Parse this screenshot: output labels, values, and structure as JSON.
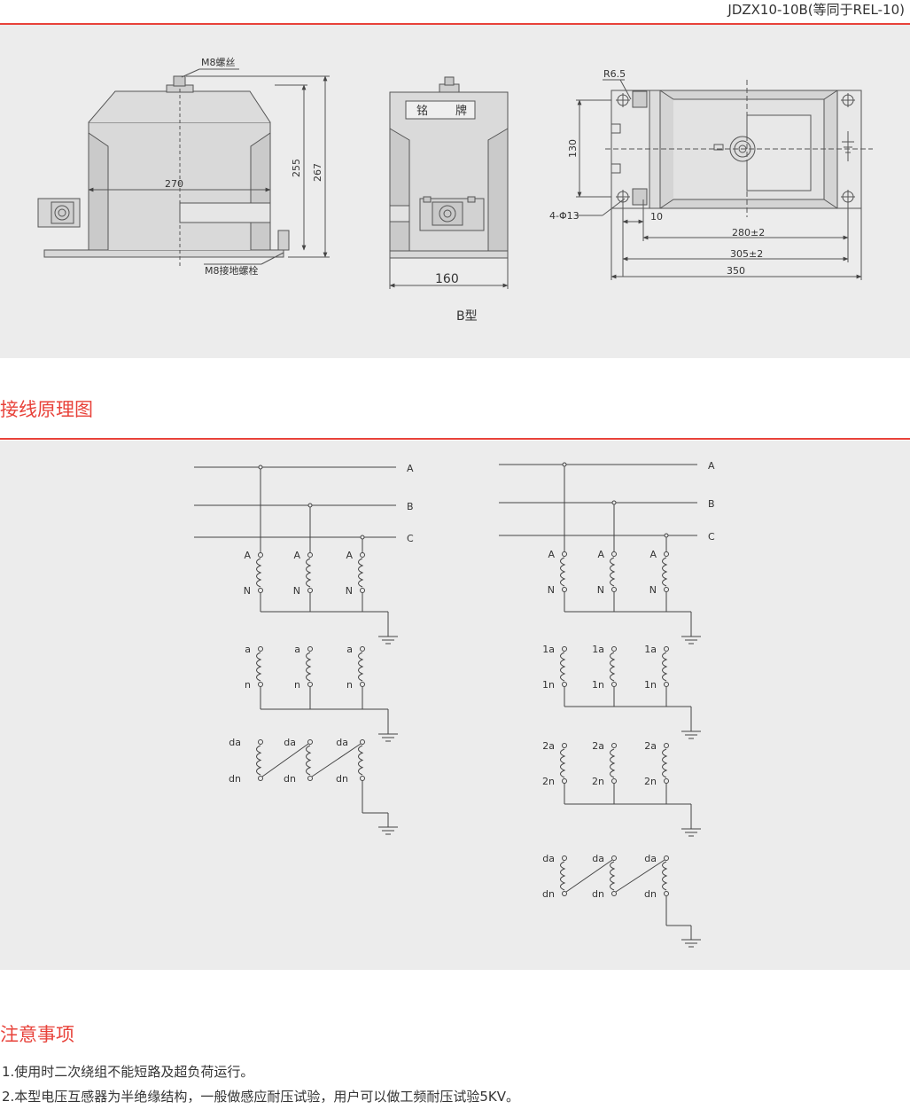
{
  "header": {
    "model": "JDZX10-10B(等同于REL-10)"
  },
  "dimensions": {
    "m8_screw": "M8螺丝",
    "m8_ground_bolt": "M8接地螺栓",
    "d270": "270",
    "d255": "255",
    "d267": "267",
    "nameplate_1": "铭",
    "nameplate_2": "牌",
    "d160": "160",
    "type_label": "B型",
    "r65": "R6.5",
    "d130": "130",
    "holes": "4-Φ13",
    "d10": "10",
    "d280": "280±2",
    "d305": "305±2",
    "d350": "350"
  },
  "wiring": {
    "section_title": "接线原理图",
    "phases": [
      "A",
      "B",
      "C"
    ],
    "primary_top": "A",
    "primary_bottom": "N",
    "secondary_top": "a",
    "secondary_bottom": "n",
    "secondary1_top": "1a",
    "secondary1_bottom": "1n",
    "secondary2_top": "2a",
    "secondary2_bottom": "2n",
    "residual_top": "da",
    "residual_bottom": "dn"
  },
  "notes": {
    "section_title": "注意事项",
    "items": [
      "1.使用时二次绕组不能短路及超负荷运行。",
      "2.本型电压互感器为半绝缘结构，一般做感应耐压试验，用户可以做工频耐压试验5KV。"
    ]
  }
}
